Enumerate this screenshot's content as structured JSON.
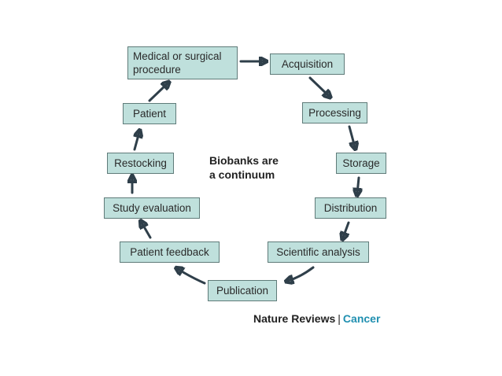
{
  "diagram": {
    "nodes": [
      {
        "id": "medical",
        "lines": [
          "Medical or surgical",
          "procedure"
        ]
      },
      {
        "id": "acquisition",
        "lines": [
          "Acquisition"
        ]
      },
      {
        "id": "processing",
        "lines": [
          "Processing"
        ]
      },
      {
        "id": "storage",
        "lines": [
          "Storage"
        ]
      },
      {
        "id": "distribution",
        "lines": [
          "Distribution"
        ]
      },
      {
        "id": "scientific",
        "lines": [
          "Scientific analysis"
        ]
      },
      {
        "id": "publication",
        "lines": [
          "Publication"
        ]
      },
      {
        "id": "feedback",
        "lines": [
          "Patient feedback"
        ]
      },
      {
        "id": "evaluation",
        "lines": [
          "Study evaluation"
        ]
      },
      {
        "id": "restocking",
        "lines": [
          "Restocking"
        ]
      },
      {
        "id": "patient",
        "lines": [
          "Patient"
        ]
      }
    ],
    "center_label": [
      "Biobanks are",
      "a continuum"
    ],
    "credit": {
      "publisher": "Nature Reviews",
      "separator": "|",
      "journal": "Cancer"
    },
    "colors": {
      "node_fill": "#bfe0dc",
      "node_border": "#5f7b79",
      "arrow": "#2f3f4a",
      "journal": "#1f8fb0"
    }
  }
}
